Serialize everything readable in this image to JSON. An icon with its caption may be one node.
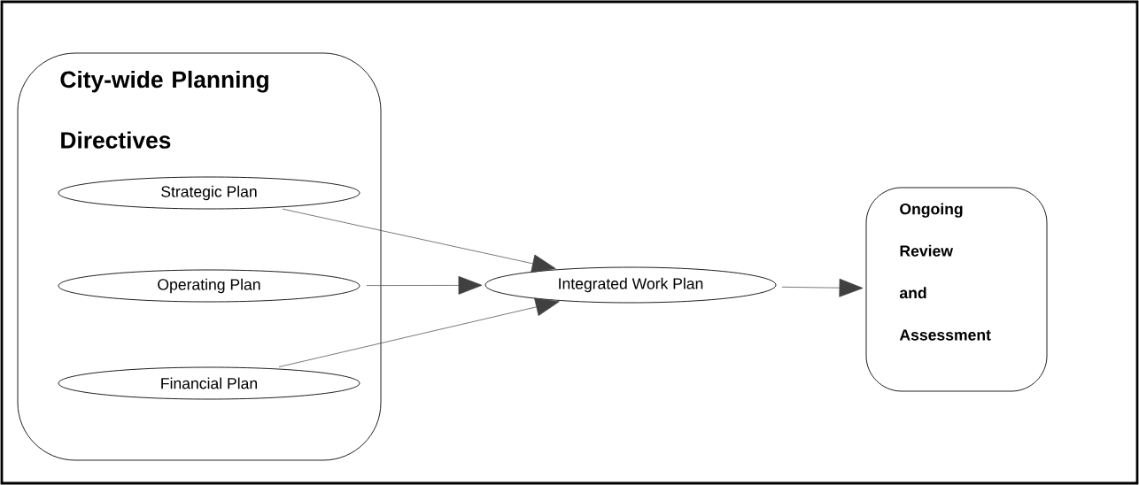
{
  "diagram": {
    "nodes": [
      {
        "text": [
          "City-wide Planning Directives"
        ]
      },
      {
        "text": [
          "Strategic Plan"
        ],
        "in": 0
      },
      {
        "text": [
          "Operating Plan"
        ],
        "in": 0
      },
      {
        "text": [
          "Financial Plan"
        ],
        "in": 0
      },
      {
        "text": [
          "Integrated Work Plan"
        ]
      },
      {
        "text": [
          "Ongoing Review and Assessment"
        ]
      }
    ],
    "edges": [
      {
        "from": 1,
        "to": 4,
        "arrow": "to"
      },
      {
        "from": 2,
        "to": 4,
        "arrow": "to"
      },
      {
        "from": 3,
        "to": 4,
        "arrow": "to"
      },
      {
        "from": 4,
        "to": 5,
        "arrow": "to"
      }
    ]
  }
}
